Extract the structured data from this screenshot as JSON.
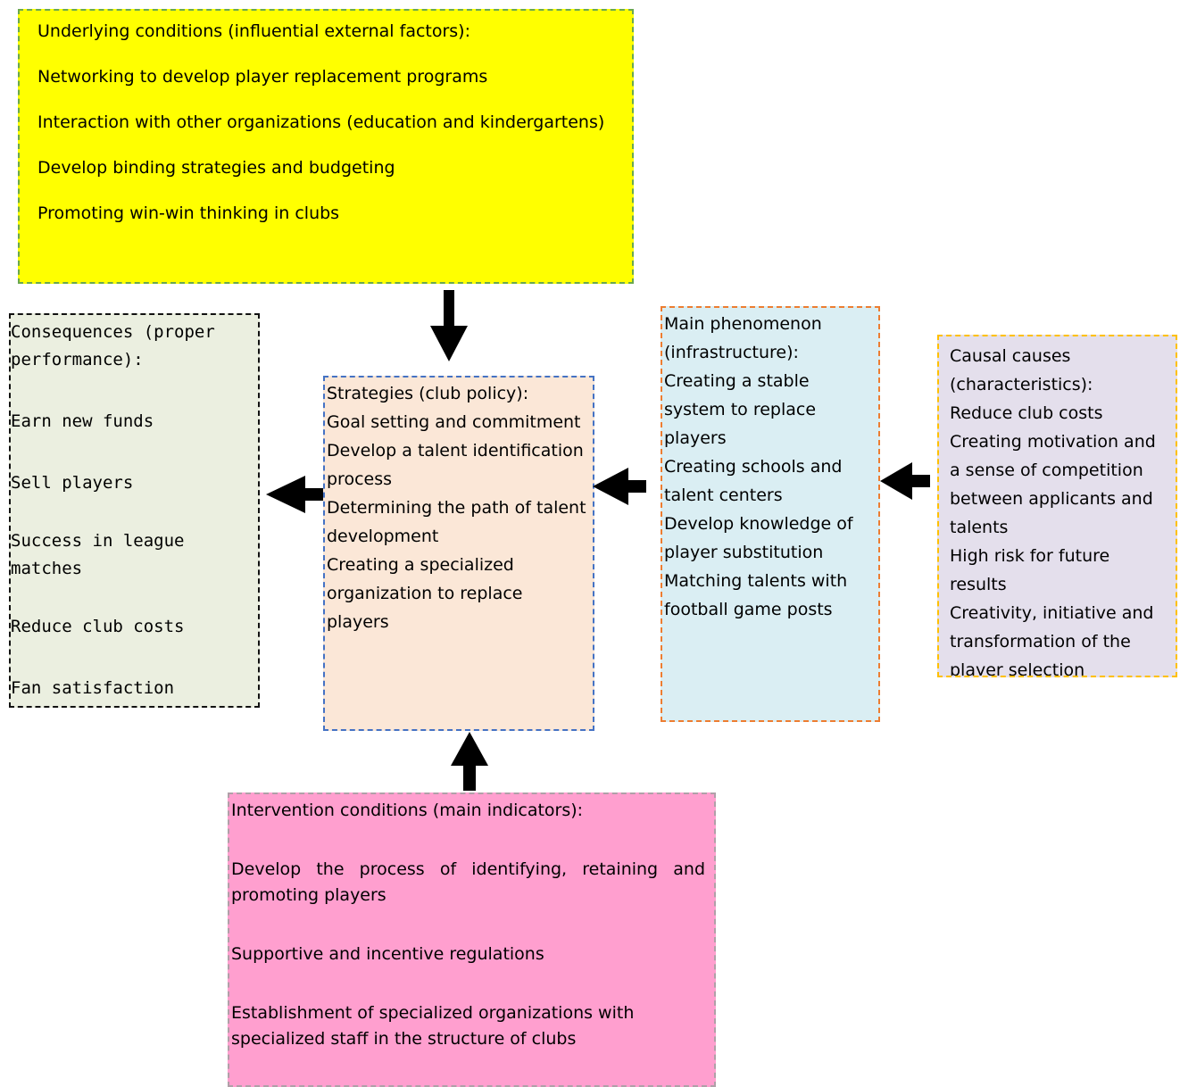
{
  "underlying": {
    "title": "Underlying conditions (influential external factors):",
    "items": [
      "Networking to develop player replacement programs",
      "Interaction with other organizations (education and kindergartens)",
      "Develop binding strategies and budgeting",
      "Promoting win-win thinking in clubs"
    ]
  },
  "consequences": {
    "title": "Consequences (proper performance):",
    "items": [
      "Earn new funds",
      "Sell players",
      "Success in league matches",
      "Reduce club costs",
      "Fan satisfaction"
    ]
  },
  "strategies": {
    "title": "Strategies (club policy):",
    "items": [
      "Goal setting and commitment",
      "Develop a talent identification process",
      "Determining the path of talent development",
      "Creating a specialized organization to replace players"
    ]
  },
  "phenomenon": {
    "title": "Main phenomenon (infrastructure):",
    "items": [
      "Creating a stable system to replace players",
      "Creating schools and talent centers",
      "Develop knowledge of player substitution",
      "Matching talents with football game posts"
    ]
  },
  "causal": {
    "title": "Causal causes (characteristics):",
    "items": [
      "Reduce club costs",
      "Creating motivation and a sense of competition between applicants and talents",
      "High risk for future results",
      "Creativity, initiative and transformation of the player selection"
    ]
  },
  "intervention": {
    "title": "Intervention conditions (main indicators):",
    "items": [
      "Develop the process of identifying, retaining and promoting players",
      "Supportive and incentive regulations",
      "Establishment of specialized organizations with specialized staff in the structure of clubs"
    ]
  },
  "colors": {
    "underlying_fill": "#ffff00",
    "consequences_fill": "#ebefe0",
    "strategies_fill": "#fbe7d7",
    "phenomenon_fill": "#daeef3",
    "causal_fill": "#e4dfec",
    "intervention_fill": "#ff9fcf",
    "arrow": "#000000"
  }
}
